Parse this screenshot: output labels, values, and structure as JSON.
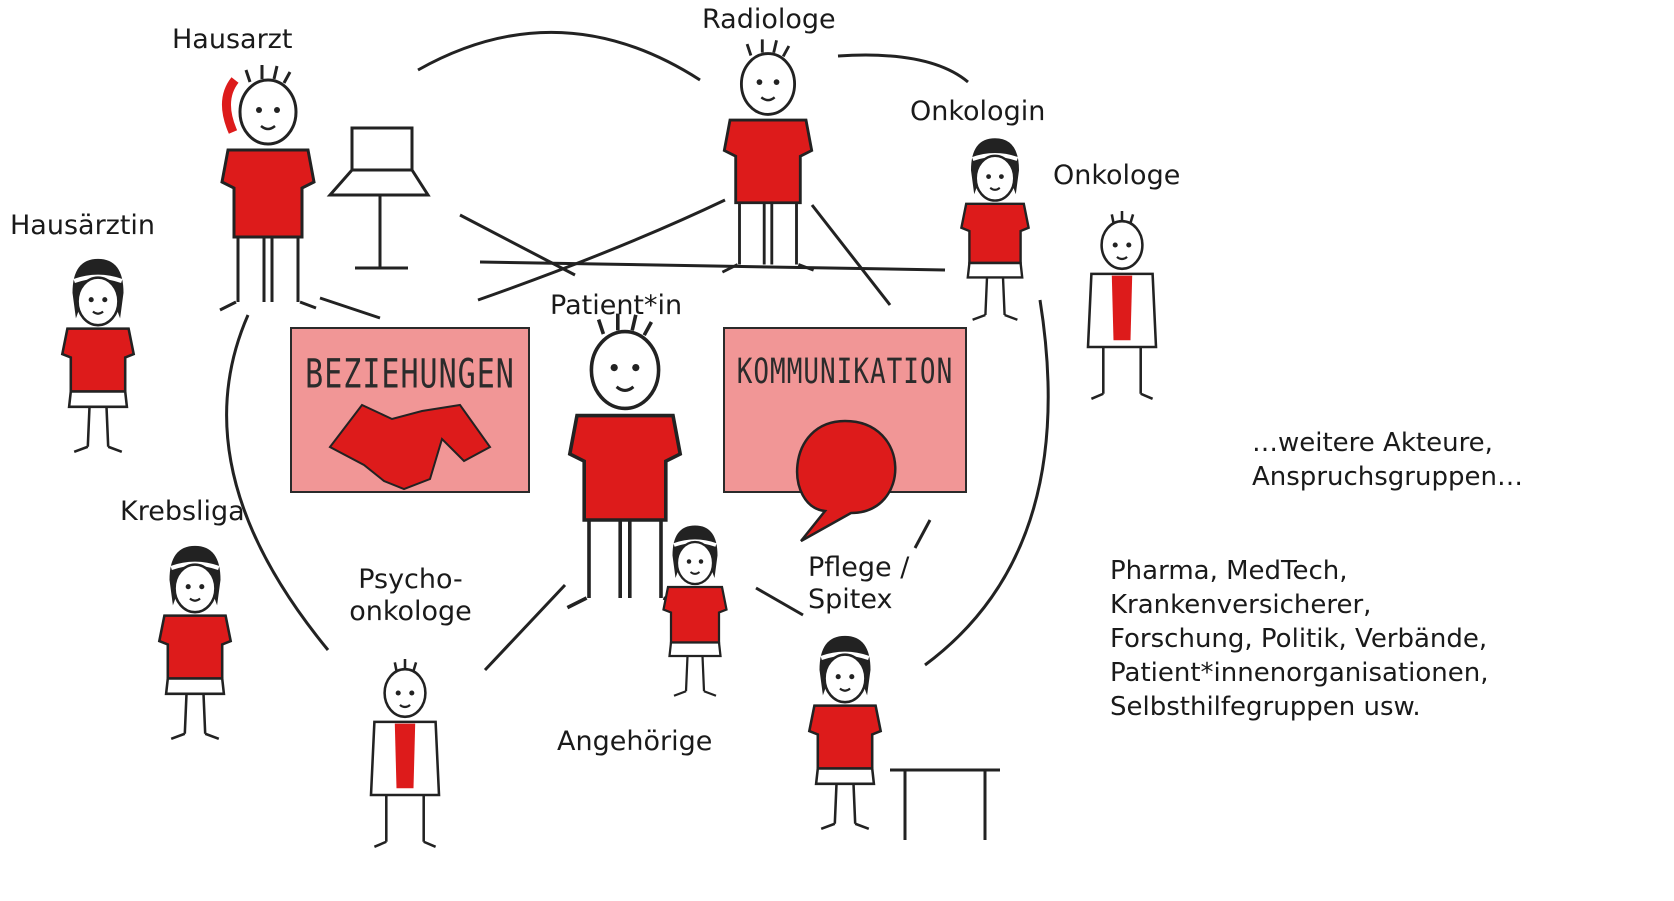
{
  "colors": {
    "accent": "#dd1b1b",
    "panel": "#f19696",
    "line": "#222222"
  },
  "labels": {
    "hausarzt": "Hausarzt",
    "radiologe": "Radiologe",
    "onkologin": "Onkologin",
    "onkologe": "Onkologe",
    "hausaerztin": "Hausärztin",
    "patient": "Patient*in",
    "krebsliga": "Krebsliga",
    "psycho_line1": "Psycho-",
    "psycho_line2": "onkologe",
    "pflege_line1": "Pflege /",
    "pflege_line2": "Spitex",
    "angehoerige": "Angehörige"
  },
  "panels": {
    "beziehungen": {
      "title": "BEZIEHUNGEN",
      "icon": "handshake-icon"
    },
    "kommunikation": {
      "title": "KOMMUNIKATION",
      "icon": "speech-bubble-icon"
    }
  },
  "notes": {
    "weitere": [
      "…weitere Akteure,",
      "Anspruchsgruppen…"
    ],
    "stakeholders": [
      "Pharma, MedTech,",
      "Krankenversicherer,",
      "Forschung, Politik, Verbände,",
      "Patient*innenorganisationen,",
      "Selbsthilfegruppen usw."
    ]
  }
}
